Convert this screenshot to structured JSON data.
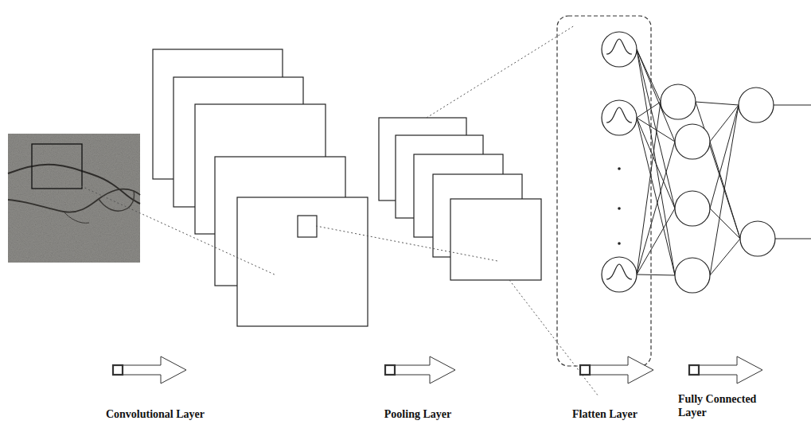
{
  "diagram": {
    "labels": [
      "Convolutional Layer",
      "Pooling Layer",
      "Flatten Layer",
      "Fully Connected Layer"
    ]
  }
}
